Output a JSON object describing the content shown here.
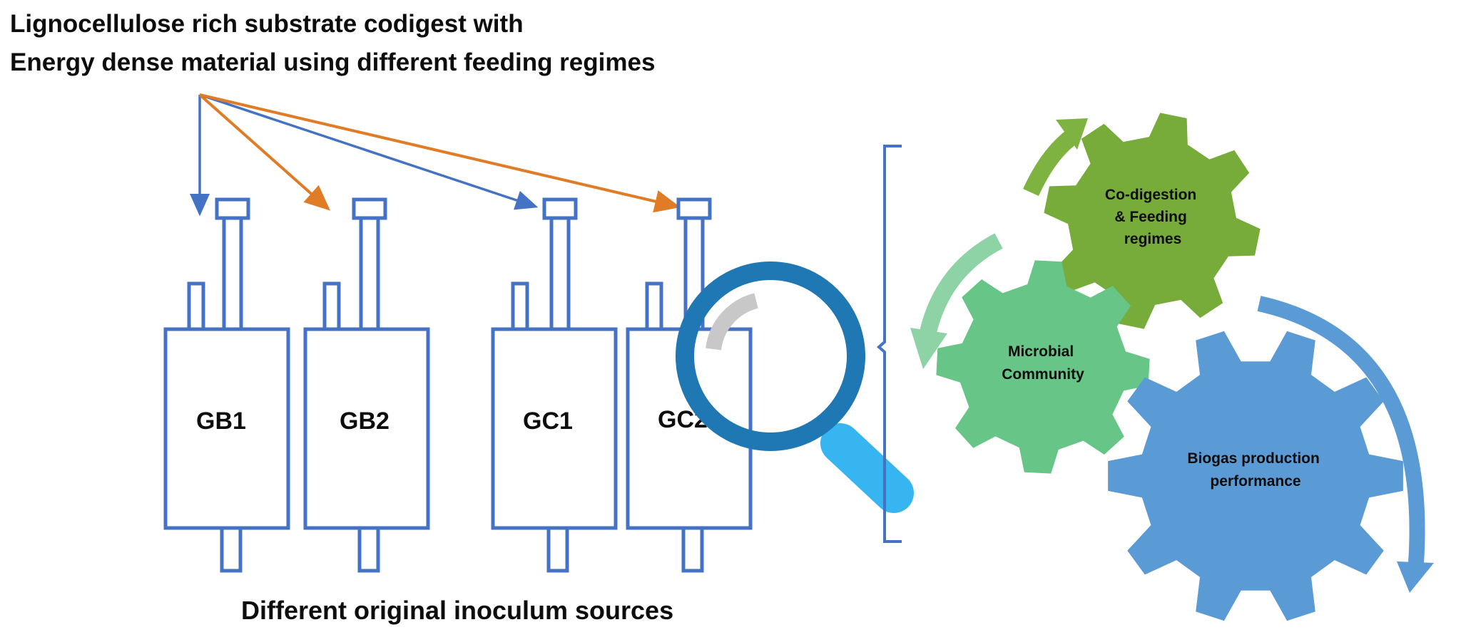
{
  "title": {
    "line1": "Lignocellulose rich substrate codigest with",
    "line2": "Energy dense material using different feeding regimes"
  },
  "reactors": [
    {
      "label": "GB1"
    },
    {
      "label": "GB2"
    },
    {
      "label": "GC1"
    },
    {
      "label": "GC2"
    }
  ],
  "footer": "Different original inoculum sources",
  "gears": {
    "codigestion": [
      "Co-digestion",
      "& Feeding",
      "regimes"
    ],
    "microbial": [
      "Microbial",
      "Community"
    ],
    "biogas": [
      "Biogas production",
      "performance"
    ]
  },
  "icons": [
    "magnifier-icon",
    "gear-icon",
    "curved-arrow-icon",
    "bracket"
  ],
  "colors": {
    "blue": "#4472c4",
    "orange": "#e07b26",
    "gear_dark_green": "#77ac3a",
    "gear_light_green": "#66c587",
    "gear_blue": "#5b9bd5",
    "magnifier_ring": "#1f77b4",
    "magnifier_handle": "#36b5f0",
    "arrow_light_green": "#8ed3a6",
    "arrow_dark_green": "#7fb341",
    "arrow_blue": "#5b9bd5"
  }
}
